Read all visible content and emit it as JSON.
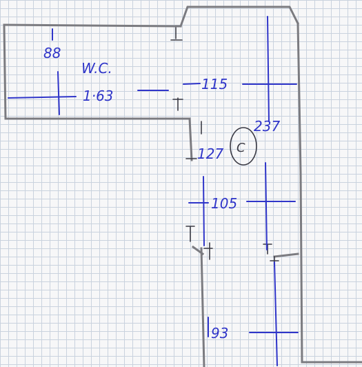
{
  "plan": {
    "room_label": "W.C.",
    "room_marker": "C",
    "dimensions": {
      "top_wall": "88",
      "wc_width": "1·63",
      "top_right": "115",
      "corner_tall": "237",
      "step": "127",
      "corridor_mid": "105",
      "corridor_lower": "93"
    }
  },
  "colors": {
    "wall": "#7b7b80",
    "dimension_ink": "#2f35c9",
    "pencil": "#3a3a44",
    "paper": "#f7f7f8",
    "grid": "#c9d2de"
  }
}
